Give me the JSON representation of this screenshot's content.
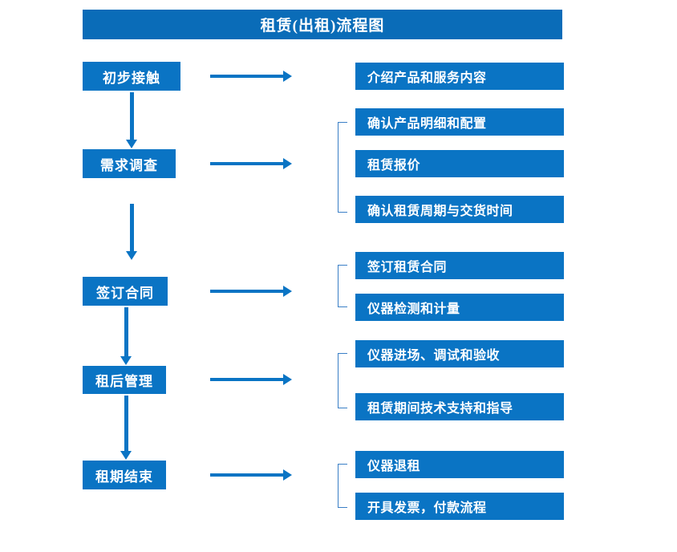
{
  "title": "租赁(出租)流程图",
  "colors": {
    "title_bar": "#0a6cb8",
    "box_fill": "#0a74c4",
    "box_text": "#ffffff",
    "arrow": "#0a74c4",
    "bracket": "#3a7fc6",
    "background": "#ffffff"
  },
  "stages": [
    {
      "label": "初步接触"
    },
    {
      "label": "需求调查"
    },
    {
      "label": "签订合同"
    },
    {
      "label": "租后管理"
    },
    {
      "label": "租期结束"
    }
  ],
  "details": [
    {
      "label": "介绍产品和服务内容"
    },
    {
      "label": "确认产品明细和配置"
    },
    {
      "label": "租赁报价"
    },
    {
      "label": "确认租赁周期与交货时间"
    },
    {
      "label": "签订租赁合同"
    },
    {
      "label": "仪器检测和计量"
    },
    {
      "label": "仪器进场、调试和验收"
    },
    {
      "label": "租赁期间技术支持和指导"
    },
    {
      "label": "仪器退租"
    },
    {
      "label": "开具发票，付款流程"
    }
  ],
  "chart_data": {
    "type": "diagram",
    "title": "租赁(出租)流程图",
    "diagram_kind": "flowchart",
    "orientation": "vertical-with-side-branches",
    "nodes": [
      {
        "id": "stage-1",
        "label": "初步接触",
        "column": "left",
        "outputs": [
          "介绍产品和服务内容"
        ]
      },
      {
        "id": "stage-2",
        "label": "需求调查",
        "column": "left",
        "outputs": [
          "确认产品明细和配置",
          "租赁报价",
          "确认租赁周期与交货时间"
        ]
      },
      {
        "id": "stage-3",
        "label": "签订合同",
        "column": "left",
        "outputs": [
          "签订租赁合同",
          "仪器检测和计量"
        ]
      },
      {
        "id": "stage-4",
        "label": "租后管理",
        "column": "left",
        "outputs": [
          "仪器进场、调试和验收",
          "租赁期间技术支持和指导"
        ]
      },
      {
        "id": "stage-5",
        "label": "租期结束",
        "column": "left",
        "outputs": [
          "仪器退租",
          "开具发票，付款流程"
        ]
      }
    ],
    "edges": [
      {
        "from": "初步接触",
        "to": "需求调查",
        "type": "vertical-arrow"
      },
      {
        "from": "需求调查",
        "to": "签订合同",
        "type": "vertical-arrow"
      },
      {
        "from": "签订合同",
        "to": "租后管理",
        "type": "vertical-arrow"
      },
      {
        "from": "租后管理",
        "to": "租期结束",
        "type": "vertical-arrow"
      },
      {
        "from": "初步接触",
        "to": "介绍产品和服务内容",
        "type": "horizontal-arrow"
      },
      {
        "from": "需求调查",
        "to": "确认产品明细和配置 / 租赁报价 / 确认租赁周期与交货时间",
        "type": "horizontal-arrow"
      },
      {
        "from": "签订合同",
        "to": "签订租赁合同 / 仪器检测和计量",
        "type": "horizontal-arrow"
      },
      {
        "from": "租后管理",
        "to": "仪器进场、调试和验收 / 租赁期间技术支持和指导",
        "type": "horizontal-arrow"
      },
      {
        "from": "租期结束",
        "to": "仪器退租 / 开具发票，付款流程",
        "type": "horizontal-arrow"
      }
    ]
  }
}
